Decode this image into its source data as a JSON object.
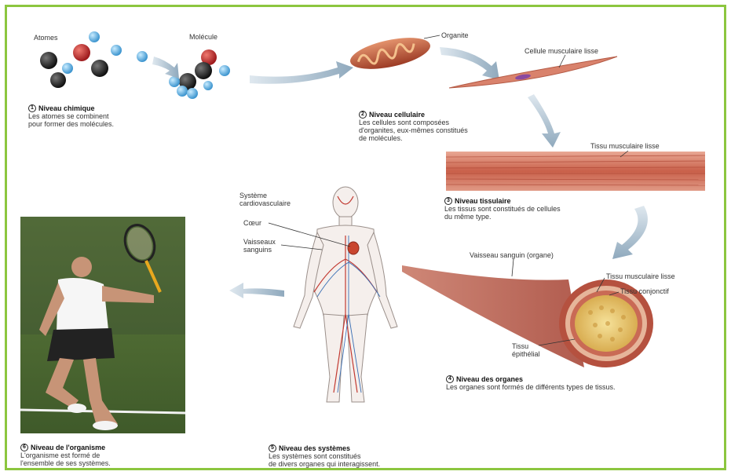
{
  "labels": {
    "atomes": "Atomes",
    "molecule": "Molécule",
    "organite": "Organite",
    "cellule": "Cellule musculaire lisse",
    "tissu_muscle": "Tissu musculaire lisse",
    "systeme_cardio": "Système\ncardiovasculaire",
    "coeur": "Cœur",
    "vaisseaux": "Vaisseaux\nsanguins",
    "vaisseau_organe": "Vaisseau sanguin (organe)",
    "tissu_musculaire_lisse2": "Tissu musculaire lisse",
    "tissu_conjonctif": "Tissu conjonctif",
    "tissu_epithelial": "Tissu\népithélial"
  },
  "steps": [
    {
      "num": "1",
      "title": "Niveau chimique",
      "desc": "Les atomes se combinent\npour former des molécules."
    },
    {
      "num": "2",
      "title": "Niveau cellulaire",
      "desc": "Les cellules sont composées\nd'organites, eux-mêmes constitués\nde molécules."
    },
    {
      "num": "3",
      "title": "Niveau tissulaire",
      "desc": "Les tissus sont constitués de cellules\ndu même type."
    },
    {
      "num": "4",
      "title": "Niveau des organes",
      "desc": "Les organes sont formés de différents types de tissus."
    },
    {
      "num": "5",
      "title": "Niveau des systèmes",
      "desc": "Les systèmes sont constitués\nde divers organes qui interagissent."
    },
    {
      "num": "6",
      "title": "Niveau de l'organisme",
      "desc": "L'organisme est formé de\nl'ensemble de ses systèmes."
    }
  ],
  "colors": {
    "border": "#8cc63f",
    "arrow": "#9bb3c4",
    "muscle": "#c9604a",
    "atom_blue": "#5fb1e0",
    "atom_red": "#c0262b",
    "atom_black": "#2a2a2a"
  }
}
